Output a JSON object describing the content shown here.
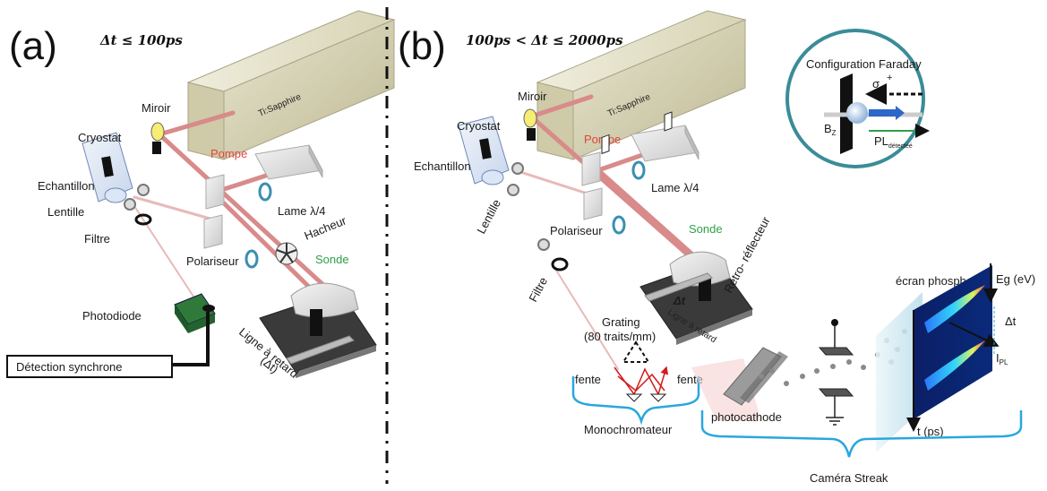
{
  "panel_a": {
    "letter": "(a)",
    "delta_t": "Δt ≤ 100ps",
    "laser": "Ti:Sapphire",
    "miroir": "Miroir",
    "cryostat": "Cryostat",
    "pompe": "Pompe",
    "echantillon": "Echantillon",
    "lame": "Lame λ/4",
    "lentille": "Lentille",
    "hacheur": "Hacheur",
    "filtre": "Filtre",
    "polariseur": "Polariseur",
    "sonde": "Sonde",
    "photodiode": "Photodiode",
    "ligne_retard_1": "Ligne à retard",
    "ligne_retard_2": "(Δt)",
    "detection": "Détection synchrone"
  },
  "panel_b": {
    "letter": "(b)",
    "delta_t": "100ps < Δt ≤ 2000ps",
    "laser": "Ti:Sapphire",
    "miroir": "Miroir",
    "cryostat": "Cryostat",
    "pompe": "Pompe",
    "echantillon": "Echantillon",
    "lame": "Lame λ/4",
    "lentille": "Lentille",
    "polariseur": "Polariseur",
    "sonde": "Sonde",
    "retro": "Retro- réflecteur",
    "filtre": "Filtre",
    "delta": "Δt",
    "ligne_retard": "Ligne à retard",
    "grating_1": "Grating",
    "grating_2": "(80 traits/mm)",
    "fente_left": "fente",
    "fente_right": "fente",
    "monochromateur": "Monochromateur",
    "photocathode": "photocathode",
    "ecran": "écran phosphore",
    "eg": "Eg (eV)",
    "dt_axis": "Δt",
    "ipl": "I",
    "ipl_sub": "PL",
    "t_ps": "t (ps)",
    "camera": "Caméra Streak"
  },
  "inset": {
    "title": "Configuration Faraday",
    "sigma": "σ",
    "sigma_sup": "+",
    "bz": "B",
    "bz_sub": "Z",
    "pl": "PL",
    "pl_sub": "détectéé"
  },
  "colors": {
    "beam": "#d98a8a",
    "beam_light": "#e9b9b9",
    "pompe_text": "#e0463c",
    "sonde_text": "#2fa04a",
    "bracket": "#2aa7dd",
    "inset_ring": "#3a8c98",
    "laser_box": "#d7d3b3",
    "streak_blue": "#0a2a7a",
    "grating_red": "#d21b1b"
  }
}
